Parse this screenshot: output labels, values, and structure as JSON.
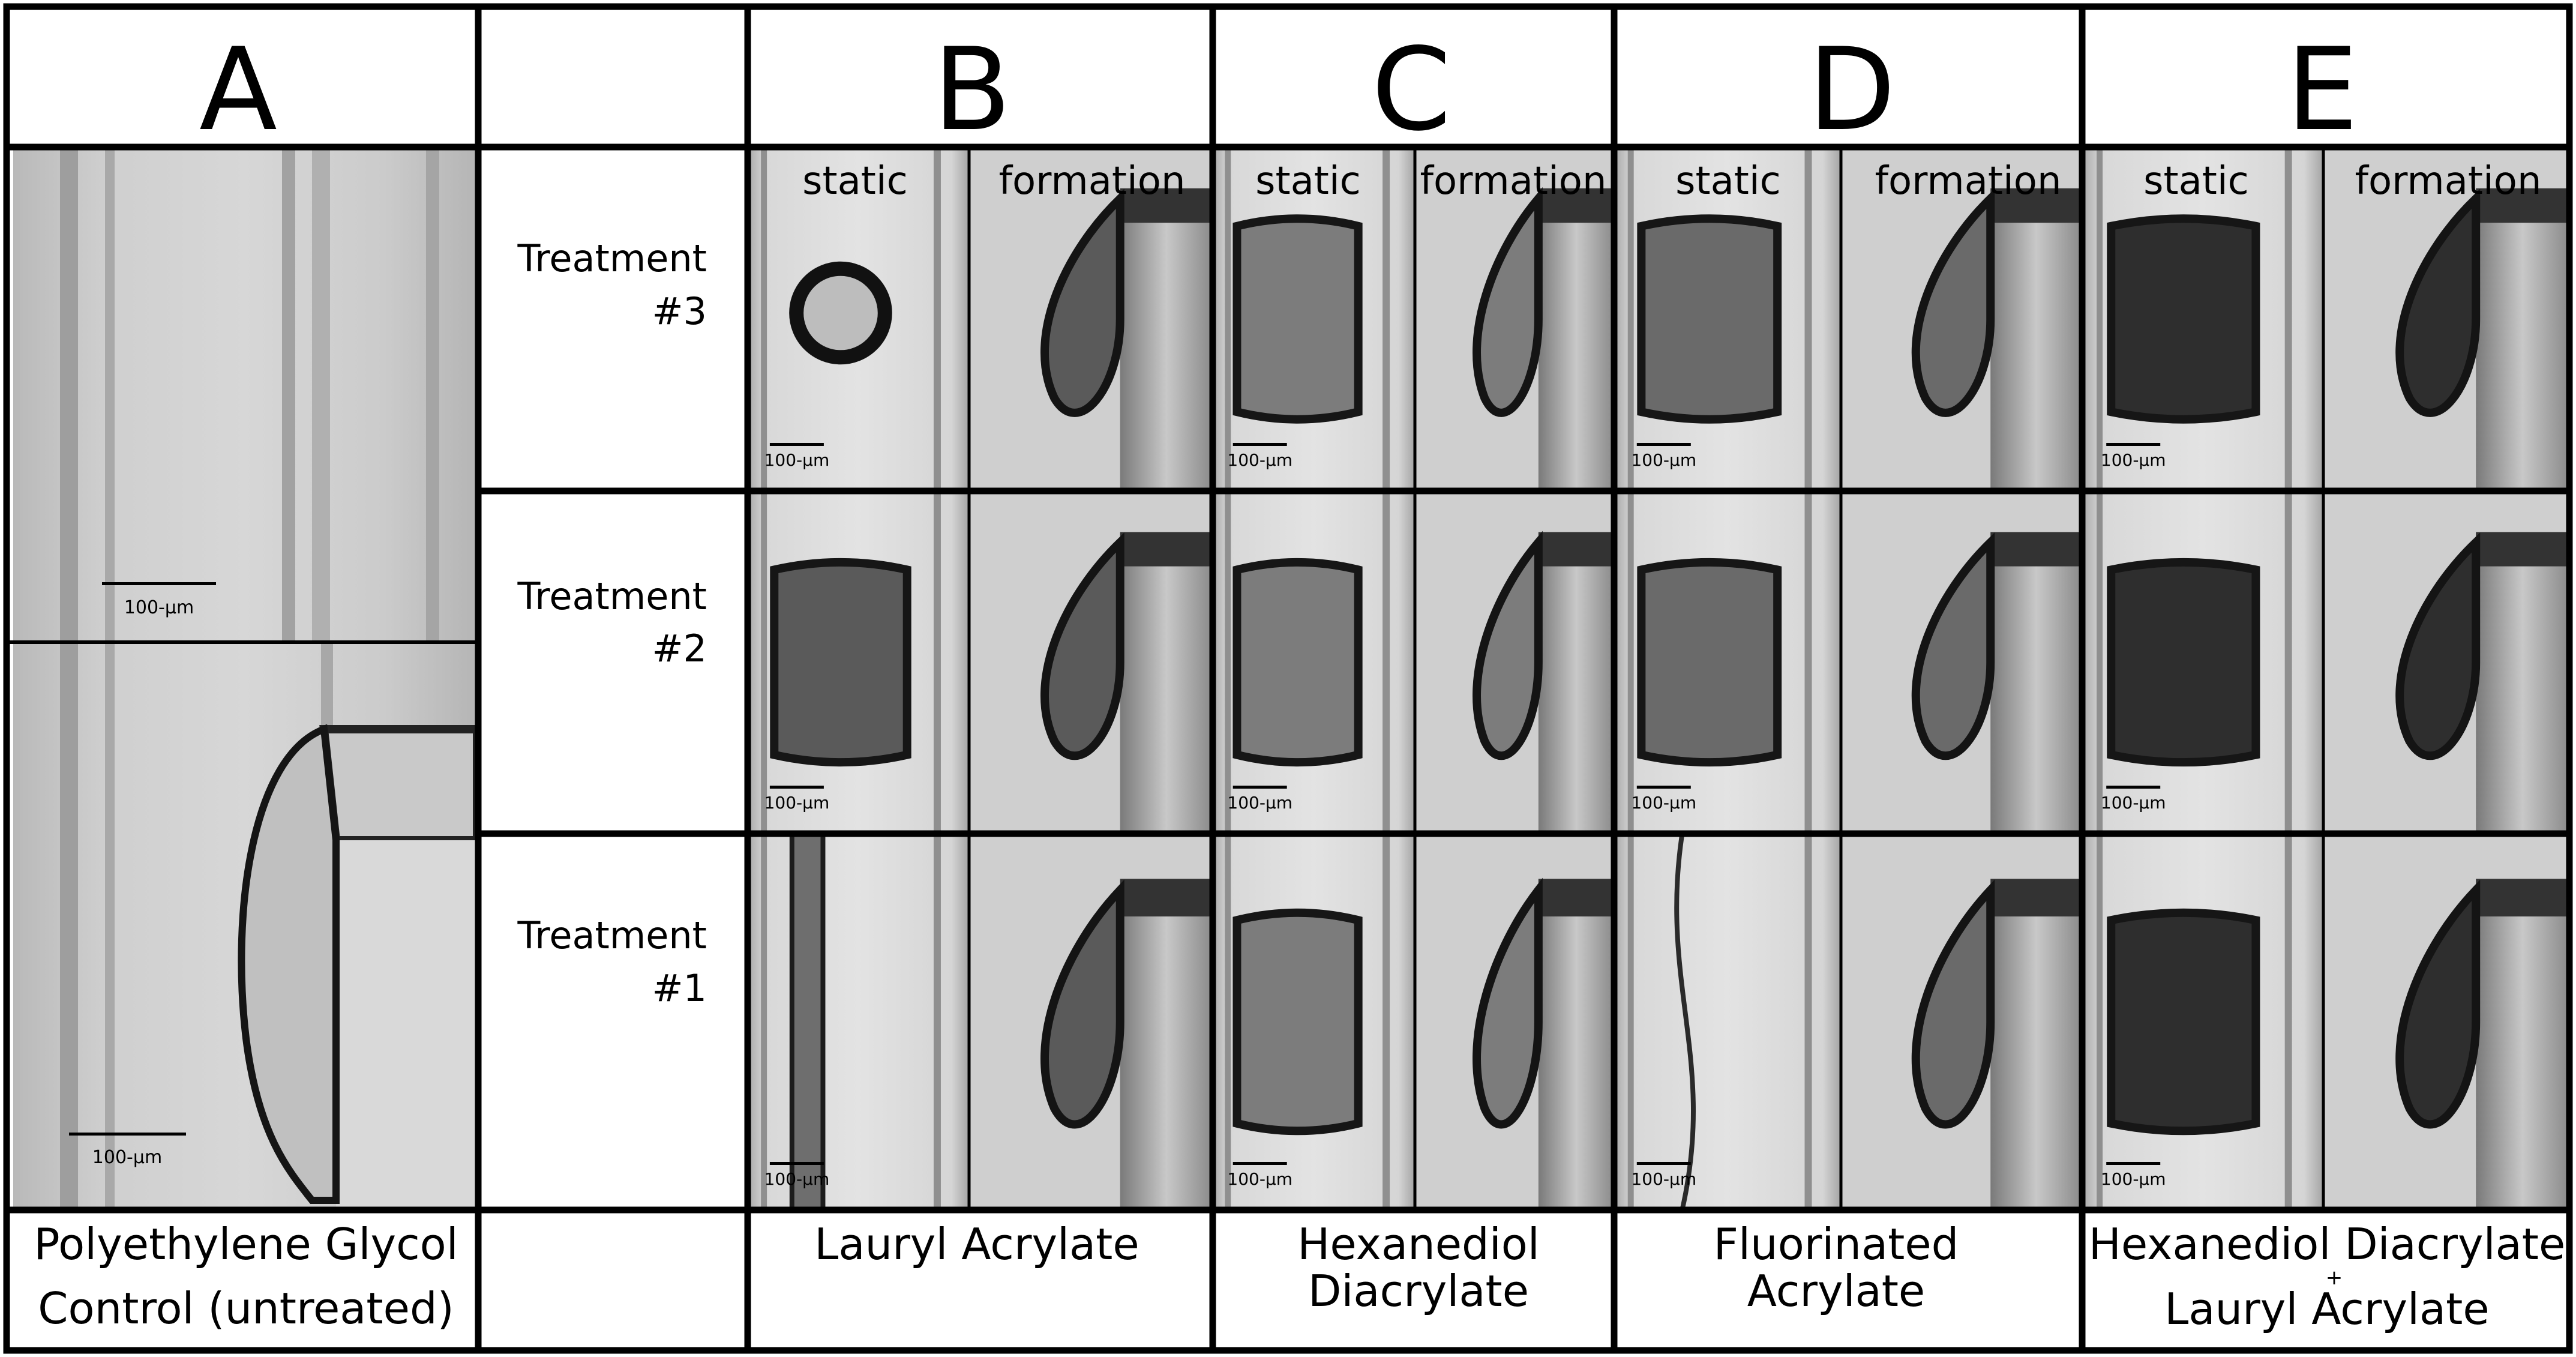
{
  "columns": [
    {
      "letter": "A",
      "caption_lines": [
        "Polyethylene Glycol",
        "Control (untreated)"
      ]
    },
    {
      "letter": "B",
      "caption_lines": [
        "Lauryl Acrylate"
      ]
    },
    {
      "letter": "C",
      "caption_lines": [
        "Hexanediol",
        "Diacrylate"
      ]
    },
    {
      "letter": "D",
      "caption_lines": [
        "Fluorinated",
        "Acrylate"
      ]
    },
    {
      "letter": "E",
      "caption_lines": [
        "Hexanediol Diacrylate",
        "+",
        "Lauryl Acrylate"
      ]
    }
  ],
  "rows": [
    {
      "label_lines": [
        "Treatment",
        "#3"
      ]
    },
    {
      "label_lines": [
        "Treatment",
        "#2"
      ]
    },
    {
      "label_lines": [
        "Treatment",
        "#1"
      ]
    }
  ],
  "subpanel_labels": {
    "static": "static",
    "formation": "formation"
  },
  "scale_bar_label": "100-µm"
}
